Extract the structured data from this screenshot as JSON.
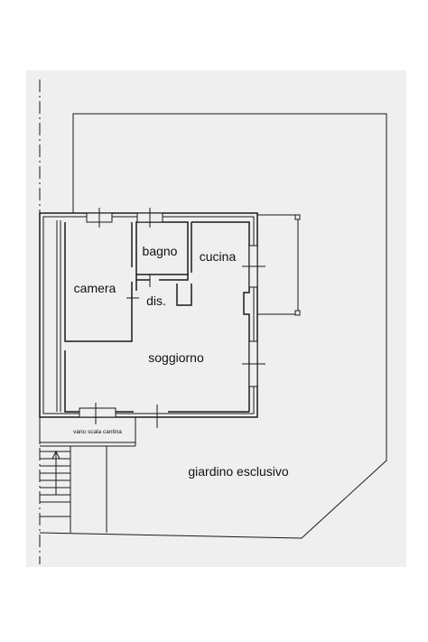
{
  "colors": {
    "page": "#ffffff",
    "sheet": "#efefef",
    "line": "#1a1a1a"
  },
  "rooms": {
    "bagno": "bagno",
    "cucina": "cucina",
    "camera": "camera",
    "dis": "dis.",
    "soggiorno": "soggiorno",
    "vano": "vano scala cantina",
    "giardino": "giardino esclusivo"
  }
}
